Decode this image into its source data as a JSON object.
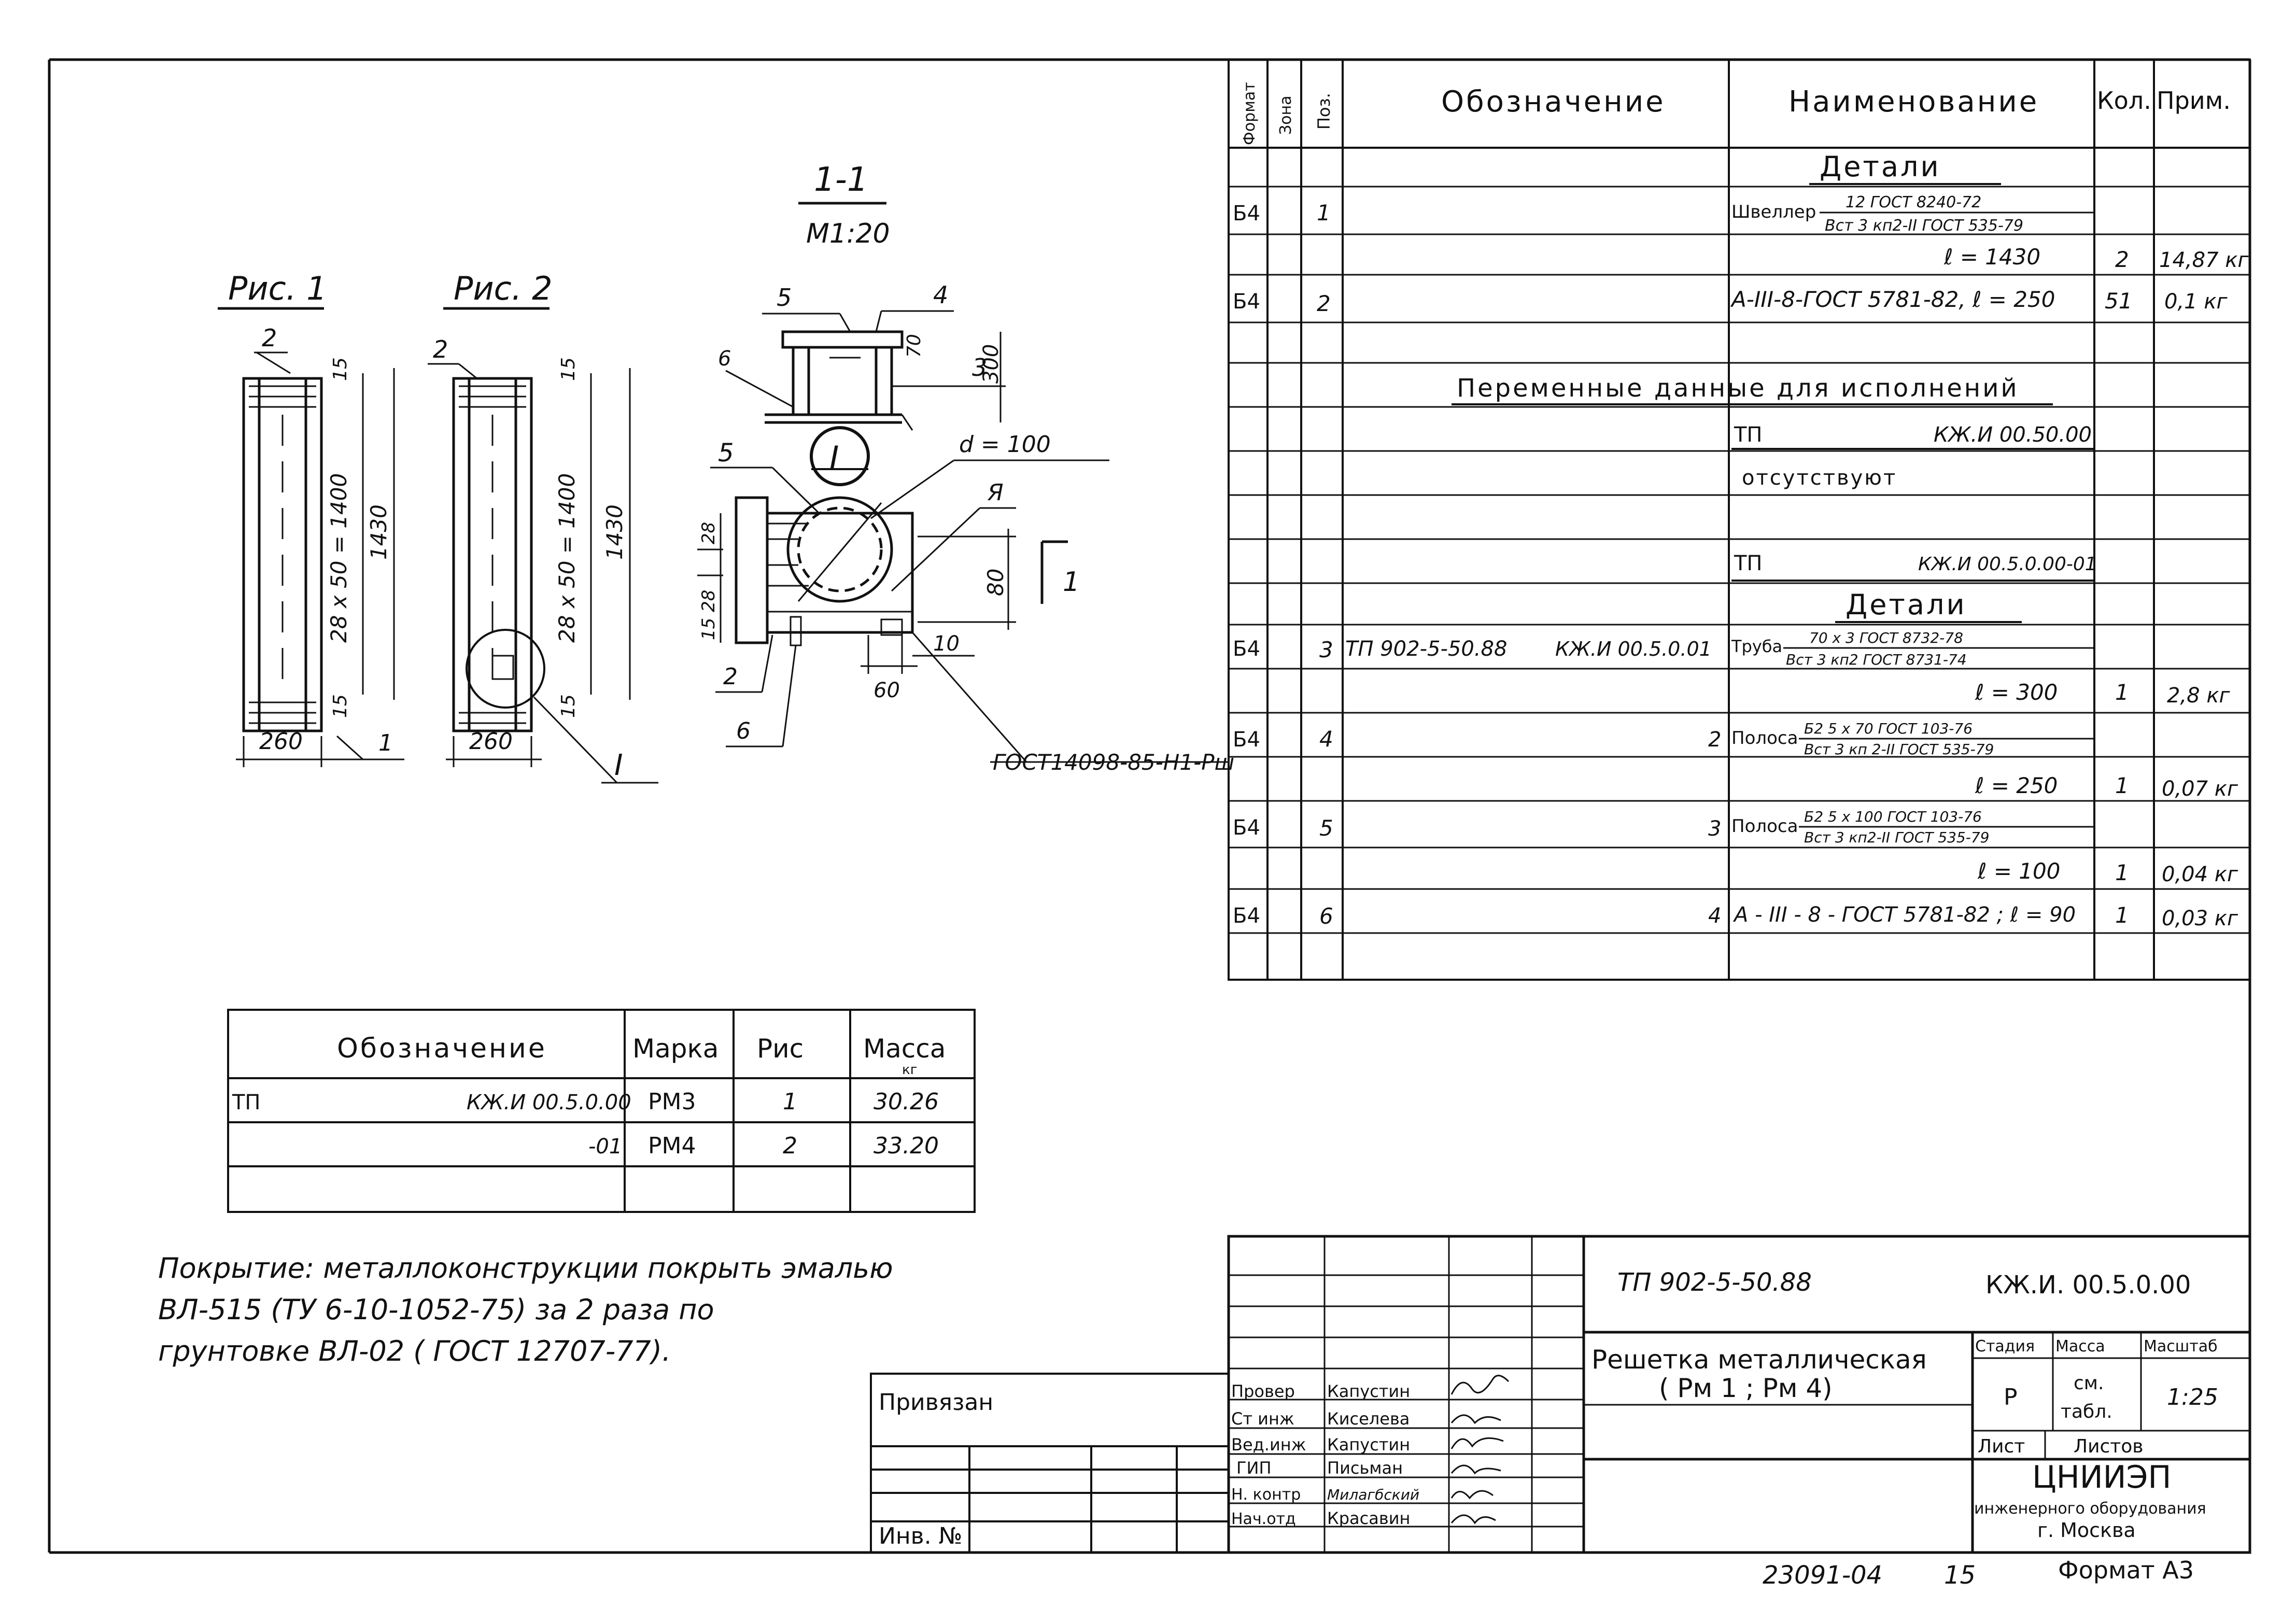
{
  "figures": {
    "fig1_label": "Рис. 1",
    "fig2_label": "Рис. 2",
    "section_label": "1-1",
    "section_scale": "М1:20",
    "callouts": {
      "c1": "1",
      "c2": "2",
      "c3": "3",
      "c4": "4",
      "c5": "5",
      "c6": "6",
      "node": "I",
      "ya": "Я"
    },
    "dims": {
      "fig_width": "260",
      "pitch": "28 x 50 = 1400",
      "total": "1430",
      "top_offset": "15",
      "bot_offset": "15",
      "d100": "d = 100",
      "h300": "300",
      "h70": "70",
      "h80": "80",
      "w60": "60",
      "w10": "10",
      "s28a": "28",
      "s28b": "15 28",
      "gost_weld": "ГОСТ14098-85-Н1-Рш",
      "section_marker": "1"
    }
  },
  "spec_table": {
    "headers": {
      "format": "Формат",
      "zone": "Зона",
      "pos": "Поз.",
      "designation": "Обозначение",
      "name": "Наименование",
      "qty": "Кол.",
      "note": "Прим."
    },
    "section_details": "Детали",
    "row1": {
      "format": "Б4",
      "pos": "1",
      "name_prefix": "Швеллер",
      "name_num": "12 ГОСТ 8240-72",
      "name_den": "Вст 3 кп2-II ГОСТ 535-79"
    },
    "row1b": {
      "length": "ℓ = 1430",
      "qty": "2",
      "note": "14,87 кг"
    },
    "row2": {
      "format": "Б4",
      "pos": "2",
      "name": "А-III-8-ГОСТ 5781-82, ℓ = 250",
      "qty": "51",
      "note": "0,1 кг"
    },
    "section_variable": "Переменные данные для исполнений",
    "var1_tp": "ТП",
    "var1_code": "КЖ.И 00.50.00",
    "var1_absent": "отсутствуют",
    "var2_tp": "ТП",
    "var2_code": "КЖ.И 00.5.0.00-01",
    "section_details2": "Детали",
    "row3": {
      "format": "Б4",
      "pos": "3",
      "designation": "ТП 902-5-50.88",
      "designation2": "КЖ.И 00.5.0.01",
      "name_prefix": "Труба",
      "name_num": "70 х 3 ГОСТ 8732-78",
      "name_den": "Вст 3 кп2 ГОСТ 8731-74"
    },
    "row3b": {
      "length": "ℓ = 300",
      "qty": "1",
      "note": "2,8 кг"
    },
    "row4": {
      "format": "Б4",
      "pos": "4",
      "designation": "2",
      "name_prefix": "Полоса",
      "name_num": "Б2 5 х 70 ГОСТ 103-76",
      "name_den": "Вст 3 кп 2-II ГОСТ 535-79"
    },
    "row4b": {
      "length": "ℓ = 250",
      "qty": "1",
      "note": "0,07 кг"
    },
    "row5": {
      "format": "Б4",
      "pos": "5",
      "designation": "3",
      "name_prefix": "Полоса",
      "name_num": "Б2 5 х 100 ГОСТ 103-76",
      "name_den": "Вст 3 кп2-II ГОСТ 535-79"
    },
    "row5b": {
      "length": "ℓ = 100",
      "qty": "1",
      "note": "0,04 кг"
    },
    "row6": {
      "format": "Б4",
      "pos": "6",
      "designation": "4",
      "name": "А - III - 8 - ГОСТ 5781-82 ; ℓ = 90",
      "qty": "1",
      "note": "0,03 кг"
    }
  },
  "mass_table": {
    "headers": {
      "designation": "Обозначение",
      "mark": "Марка",
      "fig": "Рис",
      "mass": "Масса",
      "mass_unit": "кг"
    },
    "rows": [
      {
        "tp": "ТП",
        "code": "КЖ.И 00.5.0.00",
        "mark": "РМ3",
        "fig": "1",
        "mass": "30.26"
      },
      {
        "tp": "",
        "code": "-01",
        "mark": "РМ4",
        "fig": "2",
        "mass": "33.20"
      }
    ]
  },
  "coating_note": [
    "Покрытие: металлоконструкции покрыть эмалью",
    "ВЛ-515 (ТУ 6-10-1052-75) за 2 раза по",
    "грунтовке ВЛ-02 ( ГОСТ 12707-77)."
  ],
  "stamp": {
    "bound": "Привязан",
    "inv": "Инв. №",
    "roles": [
      {
        "role": "Провер",
        "name": "Капустин"
      },
      {
        "role": "Ст инж",
        "name": "Киселева"
      },
      {
        "role": "Вед.инж",
        "name": "Капустин"
      },
      {
        "role": "ГИП",
        "name": "Письман"
      },
      {
        "role": "Н. контр",
        "name": "Милагбский"
      },
      {
        "role": "Нач.отд",
        "name": "Красавин"
      }
    ],
    "project": "ТП 902-5-50.88",
    "code": "КЖ.И. 00.5.0.00",
    "title_line1": "Решетка металлическая",
    "title_line2": "( Рм 1 ; Рм 4)",
    "stage_h": "Стадия",
    "mass_h": "Масса",
    "scale_h": "Масштаб",
    "stage": "Р",
    "mass_v1": "см.",
    "mass_v2": "табл.",
    "scale": "1:25",
    "sheet_h": "Лист",
    "sheets_h": "Листов",
    "org1": "ЦНИИЭП",
    "org2": "инженерного оборудования",
    "org3": "г. Москва",
    "bottom_code": "23091-04",
    "bottom_num": "15",
    "format": "Формат А3"
  }
}
